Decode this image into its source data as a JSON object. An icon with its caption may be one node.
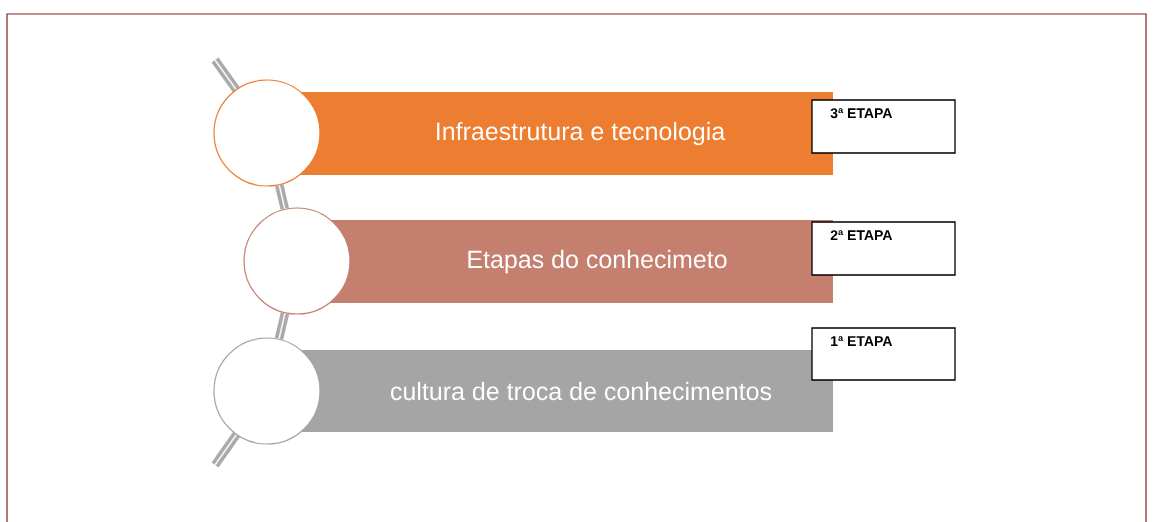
{
  "diagram": {
    "nodes": [
      {
        "text": [],
        "shape": "circle"
      },
      {
        "text": [
          "Infraestrutura e tecnologia"
        ]
      },
      {
        "text": [
          "3ª ETAPA"
        ]
      },
      {
        "text": [],
        "shape": "circle"
      },
      {
        "text": [
          "Etapas do conhecimeto"
        ]
      },
      {
        "text": [
          "2ª ETAPA"
        ]
      },
      {
        "text": [],
        "shape": "circle"
      },
      {
        "text": [
          "cultura de troca de conhecimentos"
        ]
      },
      {
        "text": [
          "1ª ETAPA"
        ]
      }
    ],
    "edges": [
      {
        "from": 0,
        "to": 3,
        "arrow": "none"
      },
      {
        "from": 3,
        "to": 6,
        "arrow": "none"
      }
    ]
  }
}
